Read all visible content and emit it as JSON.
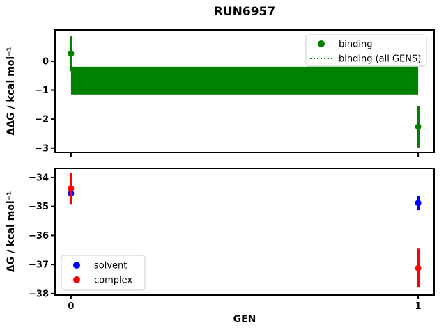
{
  "figure": {
    "title": "RUN6957",
    "background": "#ffffff"
  },
  "chart_data": [
    {
      "type": "scatter",
      "title": "RUN6957",
      "xlabel": "",
      "ylabel": "ΔΔG / kcal mol⁻¹",
      "xlim": [
        -0.046,
        1.046
      ],
      "ylim": [
        -3.15,
        1.08
      ],
      "yticks": [
        0,
        -1,
        -2,
        -3
      ],
      "xticks": [
        0,
        1
      ],
      "grid": false,
      "x": [
        0,
        1
      ],
      "series": [
        {
          "name": "binding",
          "color": "#008000",
          "marker": "dot",
          "values": [
            0.26,
            -2.26
          ],
          "yerr": [
            0.6,
            0.72
          ]
        }
      ],
      "band": {
        "name": "binding (all GENS)",
        "color": "#008000",
        "x_range": [
          0,
          1
        ],
        "low": -1.15,
        "high": -0.19,
        "center": -0.67,
        "line_style": "dotted"
      },
      "legend": {
        "position": "upper right",
        "entries": [
          {
            "label": "binding",
            "marker": "dot",
            "color": "#008000"
          },
          {
            "label": "binding (all GENS)",
            "marker": "dotted-line",
            "color": "#008000"
          }
        ]
      }
    },
    {
      "type": "scatter",
      "title": "",
      "xlabel": "GEN",
      "ylabel": "ΔG / kcal mol⁻¹",
      "xlim": [
        -0.046,
        1.046
      ],
      "ylim": [
        -38.05,
        -33.69
      ],
      "yticks": [
        -34,
        -35,
        -36,
        -37,
        -38
      ],
      "xticks": [
        0,
        1
      ],
      "xtick_labels": [
        "0",
        "1"
      ],
      "grid": false,
      "x": [
        0,
        1
      ],
      "series": [
        {
          "name": "solvent",
          "color": "#0000ff",
          "marker": "dot",
          "values": [
            -34.55,
            -34.88
          ],
          "yerr": [
            0.24,
            0.25
          ]
        },
        {
          "name": "complex",
          "color": "#ff0000",
          "marker": "dot",
          "values": [
            -34.38,
            -37.12
          ],
          "yerr": [
            0.54,
            0.67
          ]
        }
      ],
      "legend": {
        "position": "lower left",
        "entries": [
          {
            "label": "solvent",
            "marker": "dot",
            "color": "#0000ff"
          },
          {
            "label": "complex",
            "marker": "dot",
            "color": "#ff0000"
          }
        ]
      }
    }
  ]
}
